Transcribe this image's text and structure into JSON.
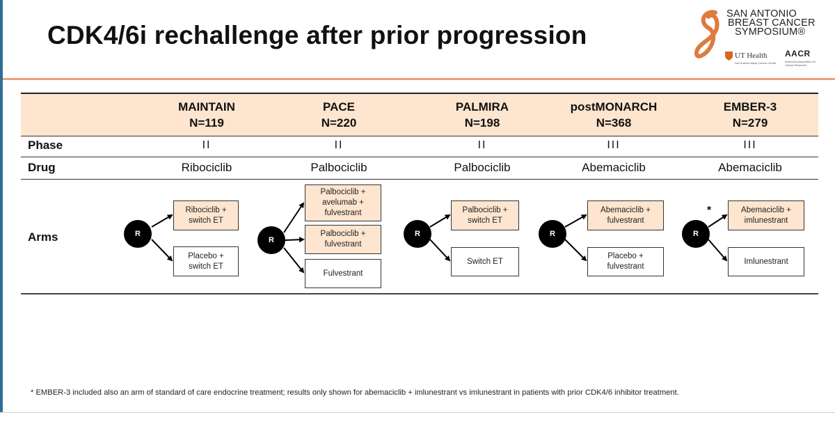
{
  "title": "CDK4/6i rechallenge after prior progression",
  "logo": {
    "line1": "SAN ANTONIO",
    "line2": "BREAST CANCER",
    "line3": "SYMPOSIUM®",
    "ut": "UT Health",
    "ut_sub": "San Antonio Mays Cancer Center",
    "aacr": "AACR",
    "aacr_sub": "American Association for Cancer Research",
    "accent": "#e07a3f"
  },
  "table": {
    "rows": {
      "phase": "Phase",
      "drug": "Drug",
      "arms": "Arms"
    },
    "columns": [
      {
        "name": "MAINTAIN",
        "n": "N=119",
        "phase": "II",
        "drug": "Ribociclib",
        "arms": [
          "Ribociclib + switch ET",
          "Placebo + switch ET"
        ]
      },
      {
        "name": "PACE",
        "n": "N=220",
        "phase": "II",
        "drug": "Palbociclib",
        "arms": [
          "Palbociclib + avelumab + fulvestrant",
          "Palbociclib + fulvestrant",
          "Fulvestrant"
        ]
      },
      {
        "name": "PALMIRA",
        "n": "N=198",
        "phase": "II",
        "drug": "Palbociclib",
        "arms": [
          "Palbociclib + switch ET",
          "Switch ET"
        ]
      },
      {
        "name": "postMONARCH",
        "n": "N=368",
        "phase": "III",
        "drug": "Abemaciclib",
        "arms": [
          "Abemaciclib + fulvestrant",
          "Placebo + fulvestrant"
        ]
      },
      {
        "name": "EMBER-3",
        "n": "N=279",
        "phase": "III",
        "drug": "Abemaciclib",
        "arms": [
          "Abemaciclib + imlunestrant",
          "Imlunestrant"
        ]
      }
    ],
    "randomize_label": "R",
    "asterisk": "*"
  },
  "colors": {
    "header_fill": "#fde5cf",
    "accent_rule": "#e8a07a",
    "left_rule": "#2f6f97"
  },
  "footnote": "* EMBER-3 included also an arm of standard of care endocrine treatment; results only shown for abemaciclib + imlunestrant vs imlunestrant in patients with prior CDK4/6 inhibitor treatment."
}
